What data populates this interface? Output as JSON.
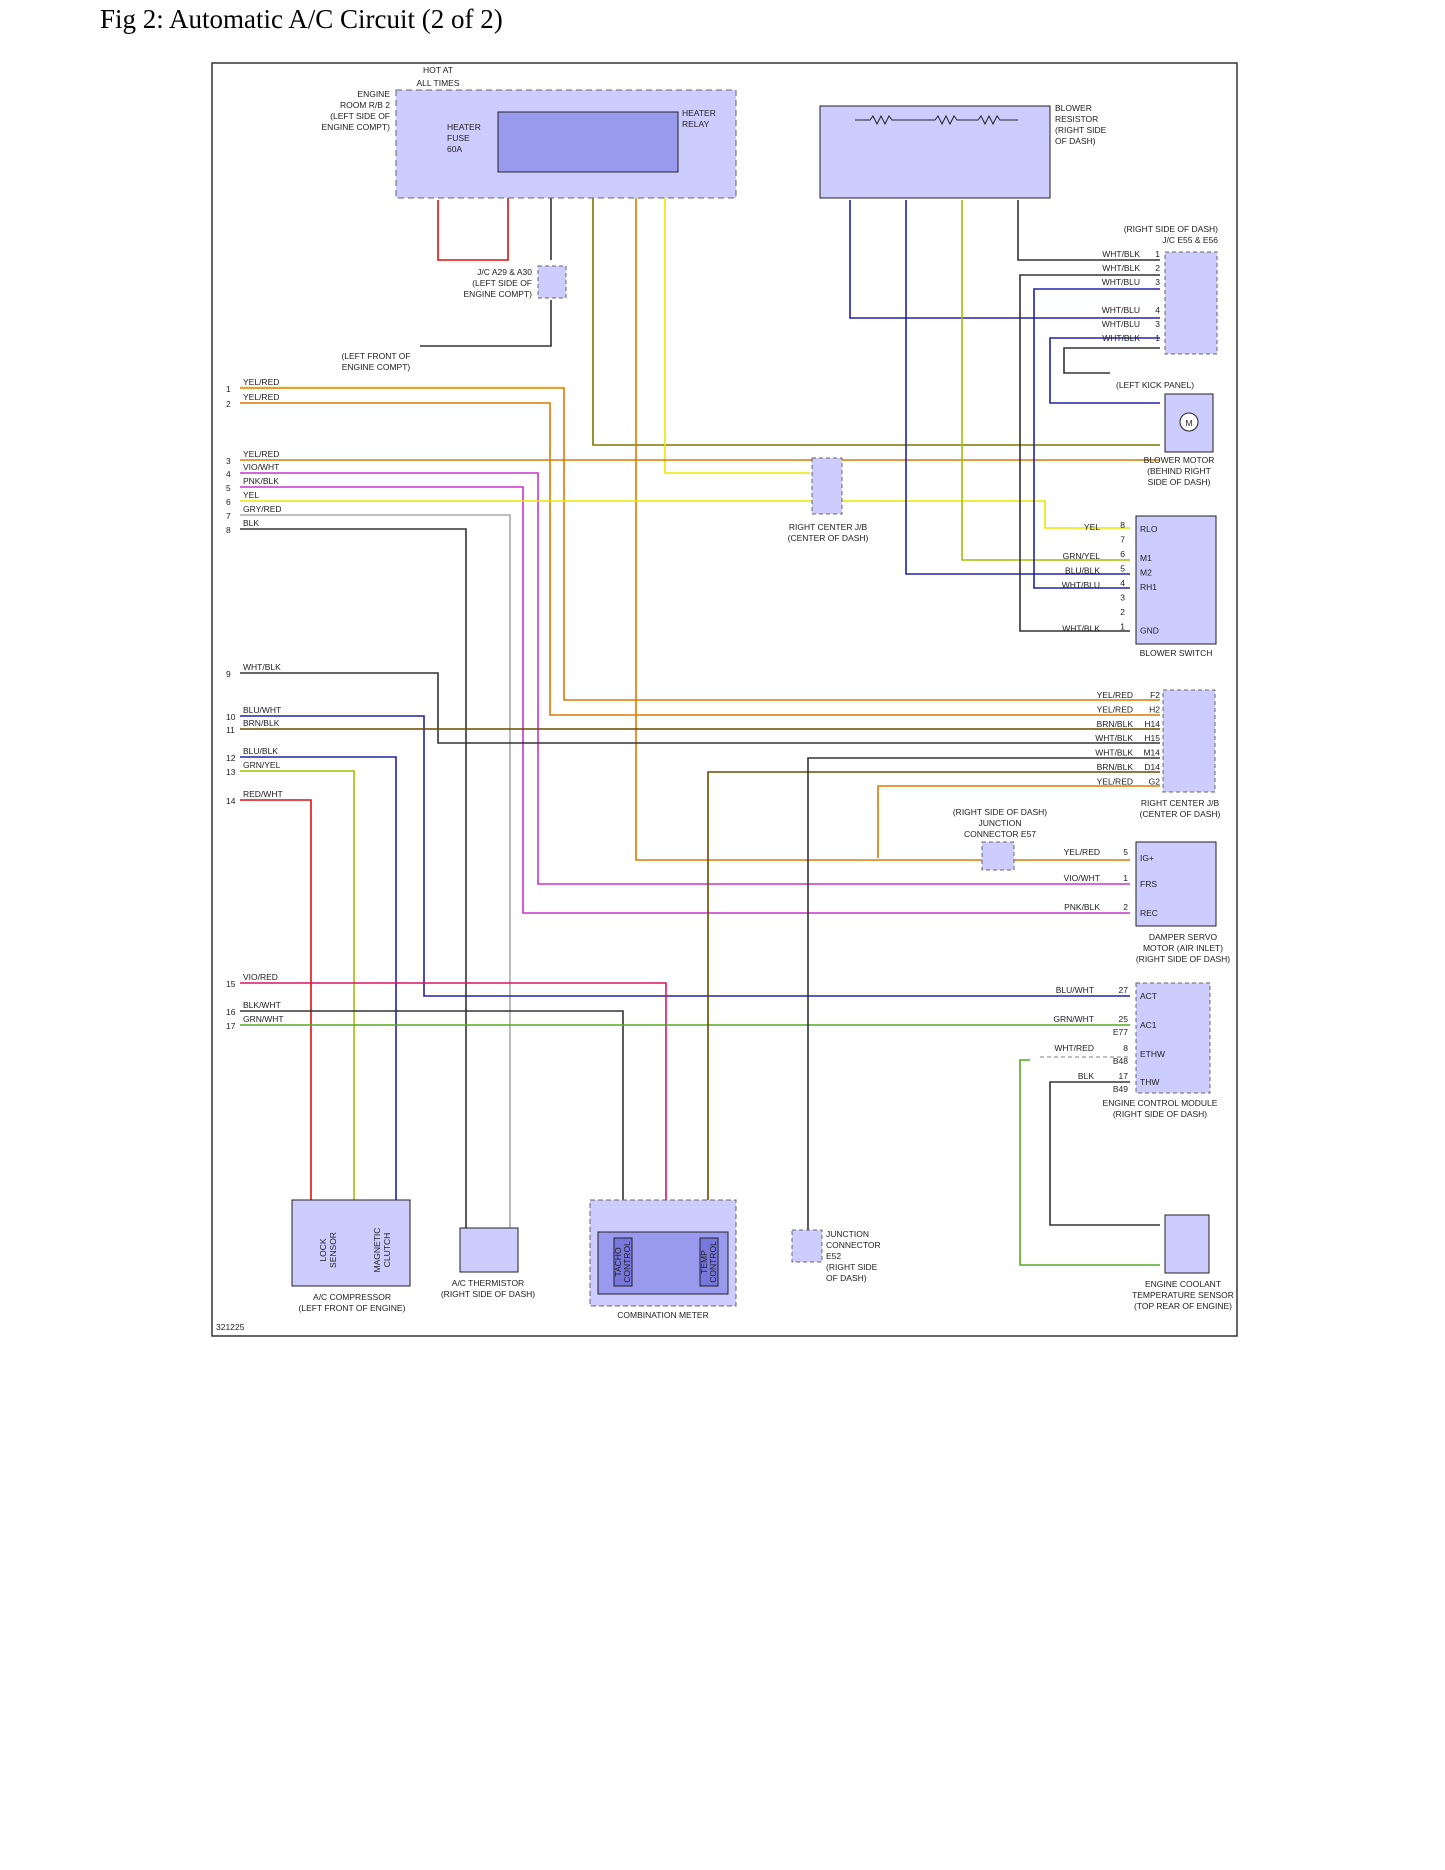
{
  "title": "Fig 2: Automatic A/C Circuit (2 of 2)",
  "figure_id": "321225",
  "colors": {
    "box_fill": "#ccccff",
    "box_fill_dark": "#9999ee",
    "wire_black": "#333333",
    "wire_red": "#dd1111",
    "wire_yellow": "#e8e800",
    "wire_orange": "#e07800",
    "wire_blue": "#2222aa",
    "wire_green": "#55aa22",
    "wire_violet": "#cc33cc",
    "wire_brown": "#6b4a00",
    "wire_grey": "#aaaaaa"
  },
  "left_pins": [
    {
      "n": "1",
      "label": "YEL/RED"
    },
    {
      "n": "2",
      "label": "YEL/RED"
    },
    {
      "n": "3",
      "label": "YEL/RED"
    },
    {
      "n": "4",
      "label": "VIO/WHT"
    },
    {
      "n": "5",
      "label": "PNK/BLK"
    },
    {
      "n": "6",
      "label": "YEL"
    },
    {
      "n": "7",
      "label": "GRY/RED"
    },
    {
      "n": "8",
      "label": "BLK"
    },
    {
      "n": "9",
      "label": "WHT/BLK"
    },
    {
      "n": "10",
      "label": "BLU/WHT"
    },
    {
      "n": "11",
      "label": "BRN/BLK"
    },
    {
      "n": "12",
      "label": "BLU/BLK"
    },
    {
      "n": "13",
      "label": "GRN/YEL"
    },
    {
      "n": "14",
      "label": "RED/WHT"
    },
    {
      "n": "15",
      "label": "VIO/RED"
    },
    {
      "n": "16",
      "label": "BLK/WHT"
    },
    {
      "n": "17",
      "label": "GRN/WHT"
    }
  ],
  "labels": {
    "hot_at": "HOT AT",
    "all_times": "ALL TIMES",
    "engine_rb": [
      "ENGINE",
      "ROOM R/B 2",
      "(LEFT SIDE OF",
      "ENGINE COMPT)"
    ],
    "heater_fuse": [
      "HEATER",
      "FUSE",
      "60A"
    ],
    "heater_relay": [
      "HEATER",
      "RELAY"
    ],
    "blower_resistor": [
      "BLOWER",
      "RESISTOR",
      "(RIGHT SIDE",
      "OF DASH)"
    ],
    "jc_a29": [
      "J/C A29 & A30",
      "(LEFT SIDE OF",
      "ENGINE COMPT)"
    ],
    "a1": [
      "(LEFT FRONT OF",
      "ENGINE COMPT)"
    ],
    "jc_e55": [
      "(RIGHT SIDE OF DASH)",
      "J/C E55 & E56"
    ],
    "e4": "(LEFT KICK PANEL)",
    "blower_motor": [
      "BLOWER MOTOR",
      "(BEHIND RIGHT",
      "SIDE OF DASH)"
    ],
    "right_center_jb1": [
      "RIGHT CENTER J/B",
      "(CENTER OF DASH)"
    ],
    "blower_switch": "BLOWER SWITCH",
    "right_center_jb2": [
      "RIGHT CENTER J/B",
      "(CENTER OF DASH)"
    ],
    "jc_e57": [
      "(RIGHT SIDE OF DASH)",
      "JUNCTION",
      "CONNECTOR E57"
    ],
    "damper": [
      "DAMPER SERVO",
      "MOTOR (AIR INLET)",
      "(RIGHT SIDE OF DASH)"
    ],
    "ecm": [
      "ENGINE CONTROL MODULE",
      "(RIGHT SIDE OF DASH)"
    ],
    "ect": [
      "ENGINE COOLANT",
      "TEMPERATURE SENSOR",
      "(TOP REAR OF ENGINE)"
    ],
    "ac_comp": [
      "A/C COMPRESSOR",
      "(LEFT FRONT OF ENGINE)"
    ],
    "ac_therm": [
      "A/C THERMISTOR",
      "(RIGHT SIDE OF DASH)"
    ],
    "comb_meter": "COMBINATION METER",
    "jc_e52": [
      "JUNCTION",
      "CONNECTOR",
      "E52",
      "(RIGHT SIDE",
      "OF DASH)"
    ],
    "lock_sensor": [
      "LOCK",
      "SENSOR"
    ],
    "mag_clutch": [
      "MAGNETIC",
      "CLUTCH"
    ],
    "tacho": [
      "TACHO",
      "CONTROL"
    ],
    "temp_ctrl": [
      "TEMP",
      "CONTROL"
    ]
  },
  "blower_switch_pins": [
    {
      "n": "8",
      "wire": "YEL",
      "term": "RLO"
    },
    {
      "n": "7",
      "wire": "",
      "term": ""
    },
    {
      "n": "6",
      "wire": "GRN/YEL",
      "term": "M1"
    },
    {
      "n": "5",
      "wire": "BLU/BLK",
      "term": "M2"
    },
    {
      "n": "4",
      "wire": "WHT/BLU",
      "term": "RH1"
    },
    {
      "n": "3",
      "wire": "",
      "term": ""
    },
    {
      "n": "2",
      "wire": "",
      "term": ""
    },
    {
      "n": "1",
      "wire": "WHT/BLK",
      "term": "GND"
    }
  ],
  "jb2_pins": [
    {
      "wire": "YEL/RED",
      "pin": "F2"
    },
    {
      "wire": "YEL/RED",
      "pin": "H2"
    },
    {
      "wire": "BRN/BLK",
      "pin": "H14"
    },
    {
      "wire": "WHT/BLK",
      "pin": "H15"
    },
    {
      "wire": "WHT/BLK",
      "pin": "M14"
    },
    {
      "wire": "BRN/BLK",
      "pin": "D14"
    },
    {
      "wire": "YEL/RED",
      "pin": "G2"
    }
  ],
  "jce55_pins": [
    {
      "wire": "WHT/BLK",
      "pin": "1"
    },
    {
      "wire": "WHT/BLK",
      "pin": "2"
    },
    {
      "wire": "WHT/BLU",
      "pin": "3"
    },
    {
      "wire": "WHT/BLU",
      "pin": "4"
    },
    {
      "wire": "WHT/BLU",
      "pin": "3"
    },
    {
      "wire": "WHT/BLK",
      "pin": "1"
    }
  ],
  "damper_pins": [
    {
      "wire": "YEL/RED",
      "n": "5",
      "term": "IG+"
    },
    {
      "wire": "VIO/WHT",
      "n": "1",
      "term": "FRS"
    },
    {
      "wire": "PNK/BLK",
      "n": "2",
      "term": "REC"
    }
  ],
  "ecm_pins": [
    {
      "wire": "BLU/WHT",
      "n": "27",
      "term": "ACT",
      "conn": ""
    },
    {
      "wire": "GRN/WHT",
      "n": "25",
      "term": "AC1",
      "conn": "E77"
    },
    {
      "wire": "WHT/RED",
      "n": "8",
      "term": "ETHW",
      "conn": "B48"
    },
    {
      "wire": "BLK",
      "n": "17",
      "term": "THW",
      "conn": "B49"
    }
  ]
}
